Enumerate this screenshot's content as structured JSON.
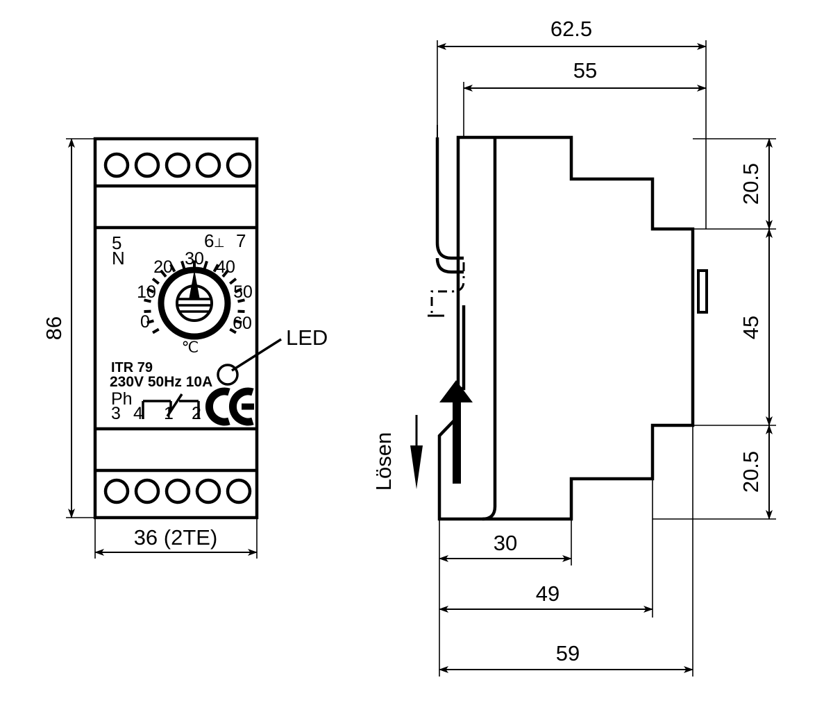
{
  "drawing": {
    "title": "ITR 79 DIN-rail thermostat dimensional drawing",
    "units": "mm",
    "line_color": "#000000",
    "background": "#ffffff"
  },
  "front_view": {
    "name": "front-view",
    "dimensions": {
      "height": "86",
      "width": "36  (2TE)"
    },
    "terminals_top_count": 5,
    "terminals_bottom_count": 5,
    "terminal_labels": {
      "top_left": "5",
      "top_left_second": "N",
      "top_right_earth": "6",
      "earth_symbol": "⊥",
      "top_right": "7"
    },
    "dial": {
      "name": "temperature-dial",
      "unit_label": "℃",
      "scale_labels": [
        "0",
        "10",
        "20",
        "30",
        "40",
        "50",
        "60"
      ],
      "pointer_value": "30",
      "tick_count": 13
    },
    "type_plate": {
      "model": "ITR 79",
      "rating": "230V  50Hz  10A",
      "phase_label": "Ph",
      "contact_labels": [
        "3",
        "4",
        "1",
        "2"
      ],
      "certification": "CE"
    },
    "led": {
      "label": "LED",
      "name": "led-indicator"
    }
  },
  "side_view": {
    "name": "side-view",
    "dimensions": {
      "overall_depth": "62.5",
      "body_depth": "55",
      "top_step": "20.5",
      "middle_height": "45",
      "bottom_step": "20.5",
      "clip_depth": "30",
      "mid_depth": "49",
      "base_depth": "59"
    },
    "release": {
      "label": "Lösen",
      "name": "release-direction-label"
    }
  }
}
